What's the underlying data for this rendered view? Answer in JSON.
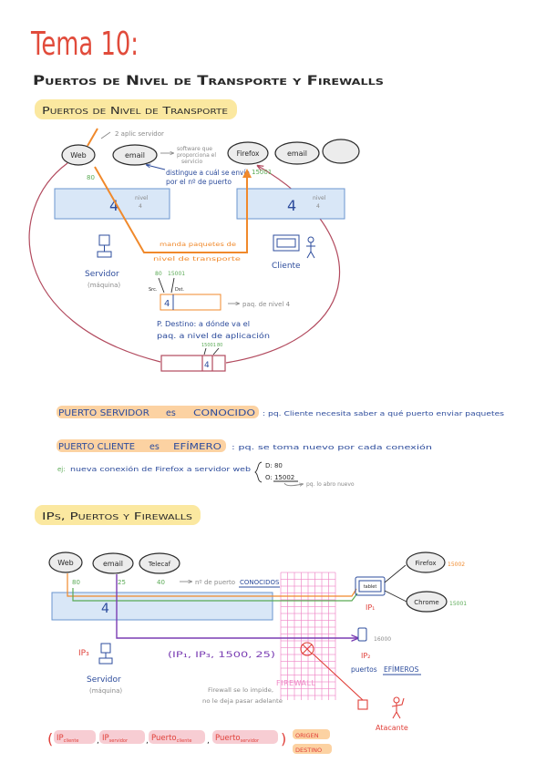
{
  "colors": {
    "title": "#e14b3b",
    "ink_blue": "#2d4c9c",
    "green": "#5aaa55",
    "orange": "#f0892b",
    "loop": "#b24a5e",
    "purple": "#7a3db3",
    "pink": "#ef86c6",
    "red": "#e0403a",
    "highlight_yellow": "#fbe8a0",
    "highlight_orange": "#fcd2a2",
    "highlight_pink": "#f7cdd3"
  },
  "title": "Tema 10:",
  "subtitle": "Puertos de Nivel de Transporte y Firewalls",
  "section1": {
    "header": "Puertos de Nivel de Transporte",
    "aplic_note": "2 aplic servidor",
    "server_apps": [
      "Web",
      "email"
    ],
    "client_apps": [
      "Firefox",
      "email"
    ],
    "software_note": [
      "software que",
      "proporciona el",
      "servicio"
    ],
    "distingue_note": [
      "distingue a cuál se envía",
      "por el nº de puerto"
    ],
    "server_port": "80",
    "client_port": "15001",
    "layer": "4",
    "layer_label": [
      "nivel",
      "4"
    ],
    "transport_note": [
      "manda paquetes de",
      "nivel de transporte"
    ],
    "server_label": "Servidor",
    "server_sub": "(máquina)",
    "client_label": "Cliente",
    "packet": {
      "dst_port": "80",
      "src_port": "15001",
      "src_label": "Src.",
      "dst_label": "Dst.",
      "layer": "4",
      "note": "paq. de nivel 4"
    },
    "dest_note": [
      "P. Destino: a dónde va el",
      "paq. a nivel de aplicación"
    ],
    "return_packet": {
      "port_a": "15001",
      "port_b": "80",
      "layer": "4"
    }
  },
  "rules": [
    {
      "term": "PUERTO SERVIDOR",
      "verb": "es",
      "value": "CONOCIDO",
      "explanation": ": pq. Cliente necesita saber a qué puerto enviar paquetes"
    },
    {
      "term": "PUERTO CLIENTE",
      "verb": "es",
      "value": "EFÍMERO",
      "explanation": ": pq. se toma nuevo por cada conexión"
    }
  ],
  "example": {
    "prefix": "ej:",
    "text": "nueva conexión de Firefox a servidor web",
    "dest": "D: 80",
    "orig": "O: 15002",
    "note": "pq. lo abro nuevo"
  },
  "section2": {
    "header": "IPs, Puertos y Firewalls",
    "server_apps": [
      "Web",
      "email",
      "Telecaf"
    ],
    "server_ports": [
      "80",
      "25",
      "40"
    ],
    "ports_note": "nº de puerto",
    "ports_note_highlight": "CONOCIDOS",
    "layer": "4",
    "server_ip": "IP₃",
    "server_label": "Servidor",
    "server_sub": "(máquina)",
    "attack_tuple": "(IP₁, IP₃, 1500, 25)",
    "firewall_note": [
      "Firewall se lo impide,",
      "no le deja pasar adelante"
    ],
    "firewall_label": "FIREWALL",
    "tablet_label": "tablet",
    "tablet_ip": "IP₁",
    "client_apps": [
      {
        "name": "Firefox",
        "port": "15002"
      },
      {
        "name": "Chrome",
        "port": "15001"
      }
    ],
    "phone_port": "16000",
    "phone_ip": "IP₂",
    "ephemeral_note": "puertos",
    "ephemeral_highlight": "EFÍMEROS",
    "attacker_label": "Atacante",
    "tuple": {
      "open": "(",
      "close": ")",
      "separator": ",",
      "parts": [
        {
          "main": "IP",
          "sub": "cliente"
        },
        {
          "main": "IP",
          "sub": "servidor"
        },
        {
          "main": "Puerto",
          "sub": "cliente"
        },
        {
          "main": "Puerto",
          "sub": "servidor"
        }
      ]
    },
    "origin_label": "ORIGEN",
    "dest_label": "DESTINO"
  }
}
